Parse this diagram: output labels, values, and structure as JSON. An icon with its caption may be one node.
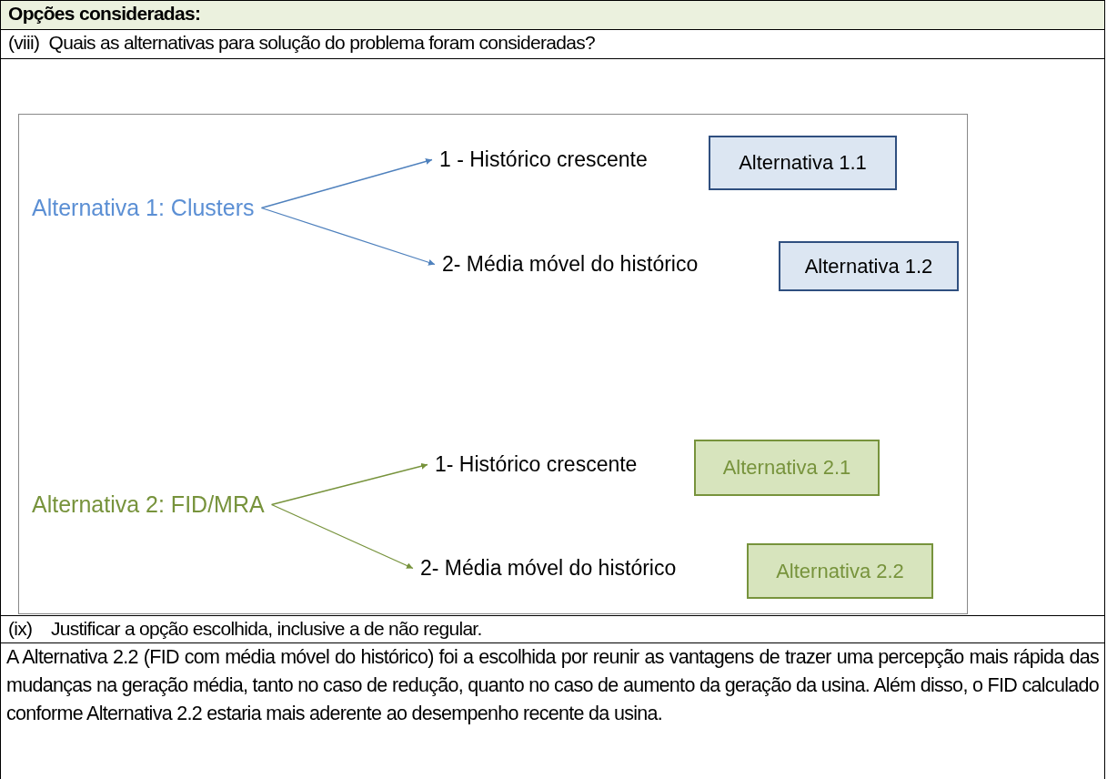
{
  "diagram": {
    "nodes": [
      {
        "text": [
          "Alternativa 1: Clusters"
        ]
      },
      {
        "text": [
          "1 - Histórico crescente"
        ]
      },
      {
        "text": [
          "Alternativa 1.1"
        ]
      },
      {
        "text": [
          "2- Média móvel do histórico"
        ]
      },
      {
        "text": [
          "Alternativa 1.2"
        ]
      },
      {
        "text": [
          "Alternativa 2: FID/MRA"
        ]
      },
      {
        "text": [
          "1- Histórico crescente"
        ]
      },
      {
        "text": [
          "Alternativa 2.1"
        ]
      },
      {
        "text": [
          "2- Média móvel do histórico"
        ]
      },
      {
        "text": [
          "Alternativa 2.2"
        ]
      }
    ],
    "edges": [
      {
        "from": 0,
        "to": 1,
        "arrow": "to",
        "color": "#4f81bd"
      },
      {
        "from": 0,
        "to": 3,
        "arrow": "to",
        "color": "#4f81bd"
      },
      {
        "from": 5,
        "to": 6,
        "arrow": "to",
        "color": "#77933c"
      },
      {
        "from": 5,
        "to": 8,
        "arrow": "to",
        "color": "#77933c"
      }
    ],
    "labels": [
      "Opções consideradas:",
      "(viii)  Quais as alternativas para solução do problema foram consideradas?",
      "(ix)    Justificar a opção escolhida, inclusive a de não regular.",
      "A Alternativa 2.2 (FID com média móvel do histórico) foi a escolhida por reunir as vantagens de trazer uma percepção mais rápida das mudanças na geração média, tanto no caso de redução, quanto no caso de aumento da geração da usina. Além disso, o FID calculado conforme Alternativa 2.2 estaria mais aderente ao desempenho recente da usina."
    ]
  }
}
